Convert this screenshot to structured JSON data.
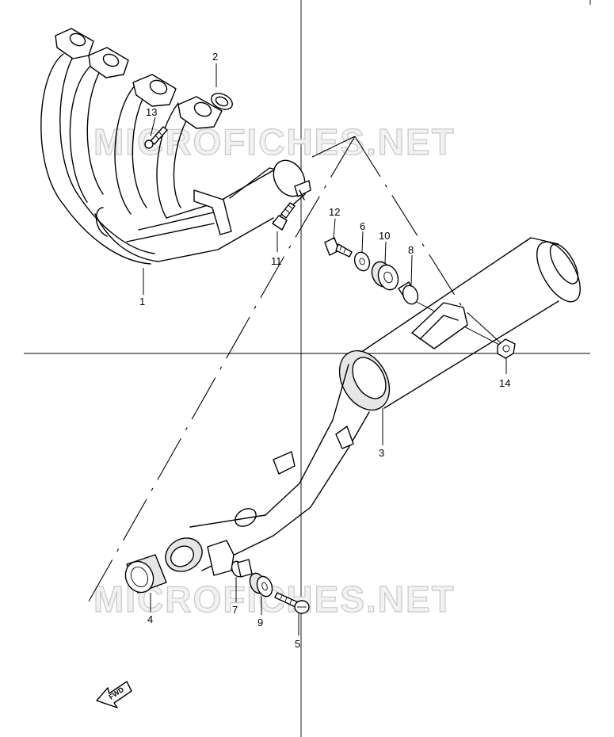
{
  "watermarks": [
    "MICROFICHES.NET",
    "MICROFICHES.NET"
  ],
  "callouts": [
    "1",
    "2",
    "3",
    "4",
    "5",
    "6",
    "7",
    "8",
    "9",
    "10",
    "11",
    "12",
    "13",
    "14"
  ],
  "fwd_label": "FWD",
  "colors": {
    "line": "#000000",
    "paper": "#ffffff",
    "watermark_fill": "#f2f2f2",
    "watermark_stroke": "#c8c8c8"
  }
}
